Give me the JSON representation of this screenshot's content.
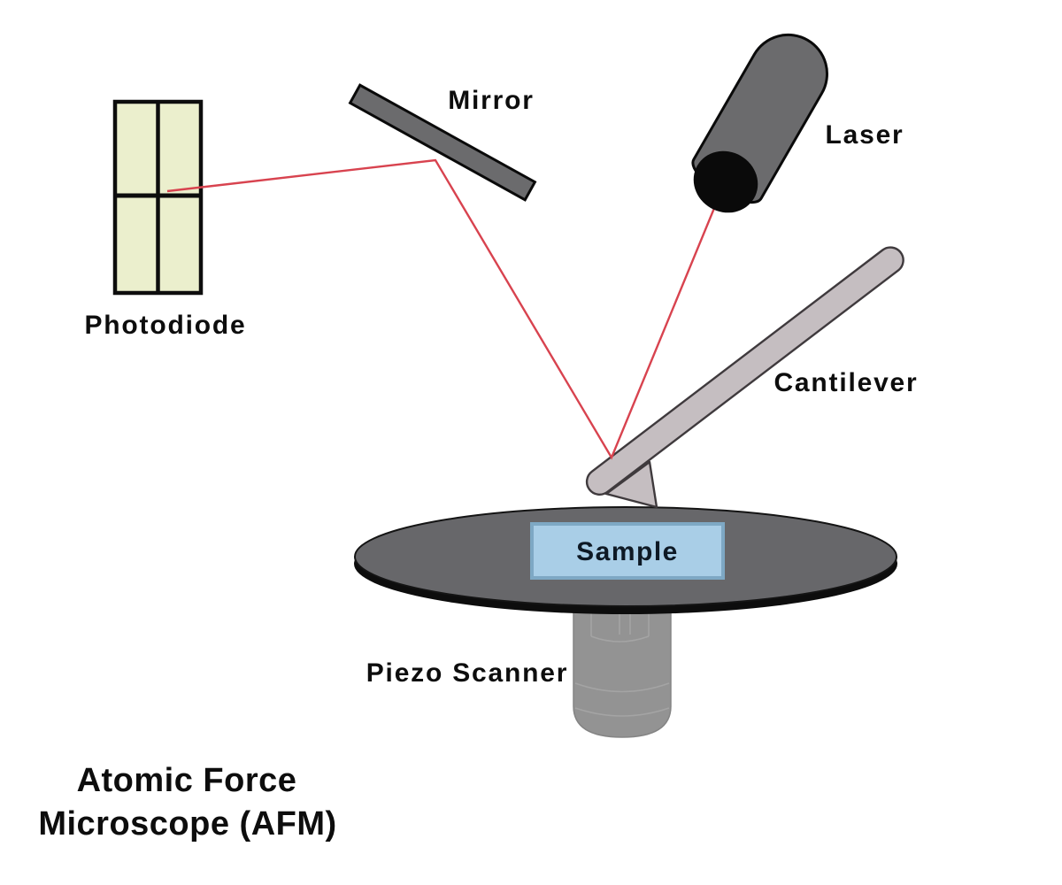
{
  "diagram": {
    "title": {
      "line1": "Atomic Force",
      "line2": "Microscope (AFM)"
    },
    "labels": {
      "mirror": "Mirror",
      "laser": "Laser",
      "photodiode": "Photodiode",
      "cantilever": "Cantilever",
      "sample": "Sample",
      "piezo_scanner": "Piezo Scanner"
    },
    "colors": {
      "background": "#ffffff",
      "beam_red": "#d8434f",
      "photodiode_fill": "#ebefcd",
      "photodiode_border": "#0d0d0d",
      "mirror_fill": "#6b6b6d",
      "laser_body_fill": "#6b6b6d",
      "laser_aperture": "#0a0a0a",
      "cantilever_fill": "#c5bec1",
      "cantilever_border": "#3f3a3d",
      "stage_fill": "#67676a",
      "stage_rim": "#0d0d0d",
      "sample_fill": "#a9cee7",
      "sample_border": "#7ea8c4",
      "sample_text": "#0e1925",
      "piezo_fill": "#8e8e8e",
      "piezo_detail": "#a6a6a6",
      "label_color": "#0d0d0d"
    }
  }
}
